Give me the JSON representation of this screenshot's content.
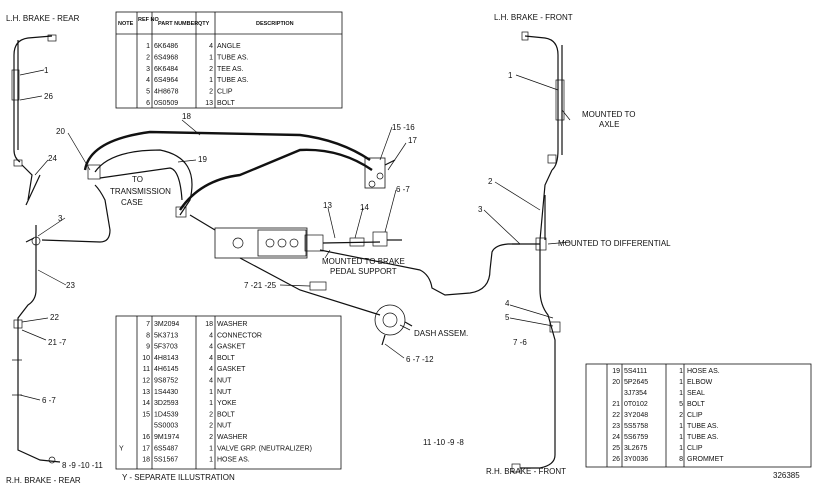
{
  "labels": {
    "lh_rear": "L.H. BRAKE - REAR",
    "lh_front": "L.H. BRAKE - FRONT",
    "rh_rear": "R.H. BRAKE - REAR",
    "rh_front": "R.H. BRAKE - FRONT",
    "mounted_axle_1": "MOUNTED TO",
    "mounted_axle_2": "AXLE",
    "to_trans_1": "TO",
    "to_trans_2": "TRANSMISSION",
    "to_trans_3": "CASE",
    "mounted_diff": "MOUNTED TO DIFFERENTIAL",
    "mounted_pedal_1": "MOUNTED TO BRAKE",
    "mounted_pedal_2": "PEDAL SUPPORT",
    "dash_assem": "DASH ASSEM.",
    "separate": "Y - SEPARATE ILLUSTRATION",
    "figure_no": "326385"
  },
  "callouts": {
    "c1_left": "1",
    "c26_left": "26",
    "c20": "20",
    "c24": "24",
    "c3_left": "3",
    "c23": "23",
    "c22": "22",
    "c21_7": "21 -7",
    "c6_7_left": "6 -7",
    "c8_11_left": "8 -9 -10 -11",
    "c18": "18",
    "c19": "19",
    "c15_16": "15 -16",
    "c17": "17",
    "c6_7_mid": "6 -7",
    "c13": "13",
    "c14": "14",
    "c7_21_25": "7 -21 -25",
    "c6_7_12": "6 -7 -12",
    "c1_right": "1",
    "c2": "2",
    "c3_right": "3",
    "c4": "4",
    "c5": "5",
    "c7_6": "7 -6",
    "c11_8": "11 -10 -9 -8"
  },
  "table_top": {
    "headers": {
      "note": "NOTE",
      "ref": "REF NO",
      "part": "PART NUMBER",
      "qty": "QTY",
      "desc": "DESCRIPTION"
    },
    "rows": [
      {
        "ref": "1",
        "part": "6K6486",
        "qty": "4",
        "desc": "ANGLE"
      },
      {
        "ref": "2",
        "part": "6S4968",
        "qty": "1",
        "desc": "TUBE AS."
      },
      {
        "ref": "3",
        "part": "6K6484",
        "qty": "2",
        "desc": "TEE AS."
      },
      {
        "ref": "4",
        "part": "6S4964",
        "qty": "1",
        "desc": "TUBE AS."
      },
      {
        "ref": "5",
        "part": "4H8678",
        "qty": "2",
        "desc": "CLIP"
      },
      {
        "ref": "6",
        "part": "0S0509",
        "qty": "13",
        "desc": "BOLT"
      }
    ]
  },
  "table_mid": {
    "rows": [
      {
        "note": "",
        "ref": "7",
        "part": "3M2094",
        "qty": "18",
        "desc": "WASHER"
      },
      {
        "note": "",
        "ref": "8",
        "part": "5K3713",
        "qty": "4",
        "desc": "CONNECTOR"
      },
      {
        "note": "",
        "ref": "9",
        "part": "5F3703",
        "qty": "4",
        "desc": "GASKET"
      },
      {
        "note": "",
        "ref": "10",
        "part": "4H8143",
        "qty": "4",
        "desc": "BOLT"
      },
      {
        "note": "",
        "ref": "11",
        "part": "4H6145",
        "qty": "4",
        "desc": "GASKET"
      },
      {
        "note": "",
        "ref": "12",
        "part": "9S8752",
        "qty": "4",
        "desc": "NUT"
      },
      {
        "note": "",
        "ref": "13",
        "part": "1S4430",
        "qty": "1",
        "desc": "NUT"
      },
      {
        "note": "",
        "ref": "14",
        "part": "3D2593",
        "qty": "1",
        "desc": "YOKE"
      },
      {
        "note": "",
        "ref": "15",
        "part": "1D4539",
        "qty": "2",
        "desc": "BOLT"
      },
      {
        "note": "",
        "ref": "",
        "part": "5S0003",
        "qty": "2",
        "desc": "NUT"
      },
      {
        "note": "",
        "ref": "16",
        "part": "9M1974",
        "qty": "2",
        "desc": "WASHER"
      },
      {
        "note": "Y",
        "ref": "17",
        "part": "6S5487",
        "qty": "1",
        "desc": "VALVE GRP. (NEUTRALIZER)"
      },
      {
        "note": "",
        "ref": "18",
        "part": "5S1567",
        "qty": "1",
        "desc": "HOSE AS."
      }
    ]
  },
  "table_right": {
    "rows": [
      {
        "ref": "19",
        "part": "5S4111",
        "qty": "1",
        "desc": "HOSE AS."
      },
      {
        "ref": "20",
        "part": "5P2645",
        "qty": "1",
        "desc": "ELBOW"
      },
      {
        "ref": "",
        "part": "3J7354",
        "qty": "1",
        "desc": "SEAL"
      },
      {
        "ref": "21",
        "part": "0T0102",
        "qty": "5",
        "desc": "BOLT"
      },
      {
        "ref": "22",
        "part": "3Y2048",
        "qty": "2",
        "desc": "CLIP"
      },
      {
        "ref": "23",
        "part": "5S5758",
        "qty": "1",
        "desc": "TUBE AS."
      },
      {
        "ref": "24",
        "part": "5S6759",
        "qty": "1",
        "desc": "TUBE AS."
      },
      {
        "ref": "25",
        "part": "3L2675",
        "qty": "1",
        "desc": "CLIP"
      },
      {
        "ref": "26",
        "part": "3Y0036",
        "qty": "8",
        "desc": "GROMMET"
      }
    ]
  }
}
